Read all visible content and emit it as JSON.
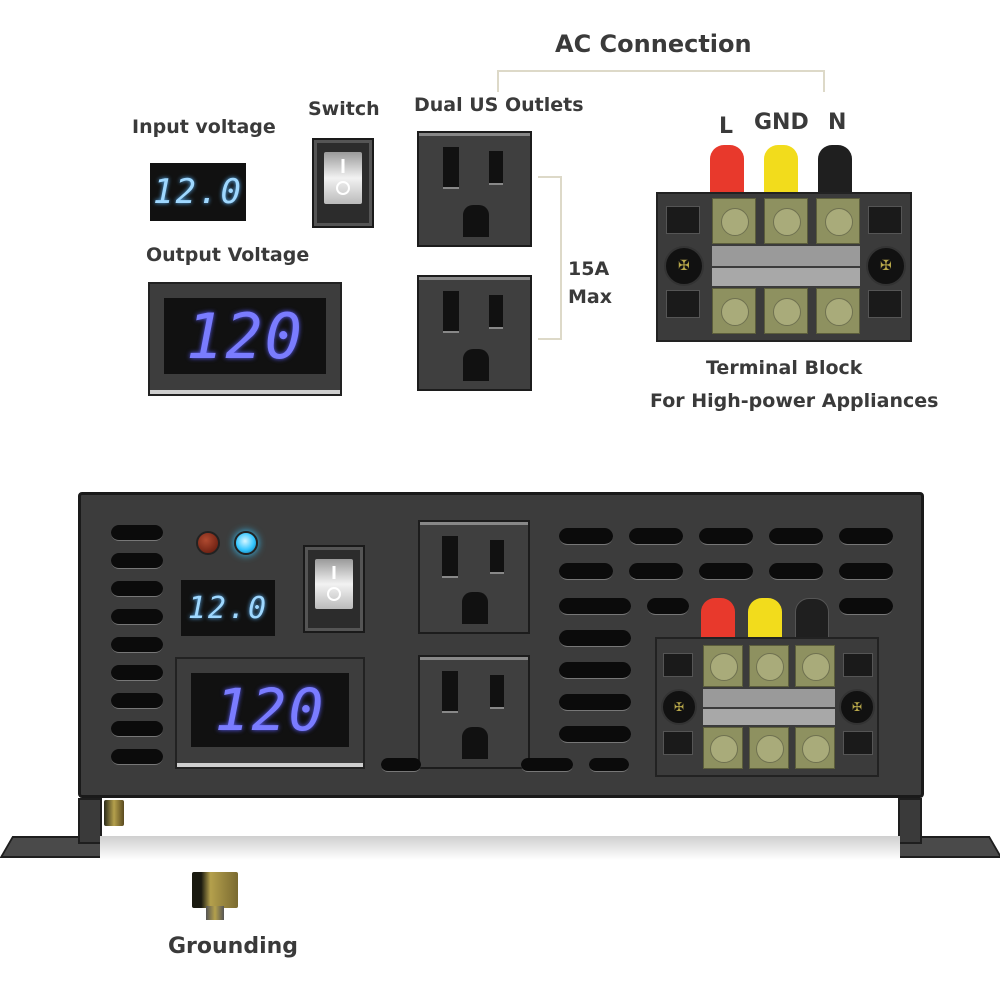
{
  "labels": {
    "ac_connection": "AC Connection",
    "input_voltage": "Input voltage",
    "switch": "Switch",
    "dual_outlets": "Dual US Outlets",
    "output_voltage": "Output Voltage",
    "max_current_line1": "15A",
    "max_current_line2": "Max",
    "terminal_l": "L",
    "terminal_gnd": "GND",
    "terminal_n": "N",
    "terminal_block": "Terminal Block",
    "terminal_block_sub": "For High-power Appliances",
    "grounding": "Grounding"
  },
  "displays": {
    "input_value": "12.0",
    "output_value": "120"
  },
  "switch_marks": {
    "on": "I",
    "off": "O"
  },
  "terminal_caps": [
    {
      "name": "L",
      "color": "#e8392c"
    },
    {
      "name": "GND",
      "color": "#f2dc1c"
    },
    {
      "name": "N",
      "color": "#1f1f1f"
    }
  ],
  "colors": {
    "device_body": "#3c3c3c",
    "display_input": "#9fd8ff",
    "display_output": "#7a7cff",
    "led_red": "#7a1c10",
    "led_blue": "#35c6ff",
    "terminal_brass": "#8e9160"
  },
  "icons": {
    "screw_glyph": "✠"
  }
}
